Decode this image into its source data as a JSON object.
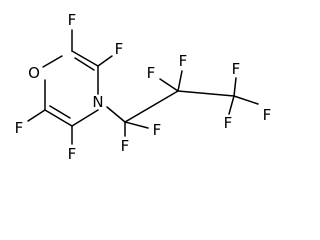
{
  "molecule": {
    "atom_labels": {
      "ring_oxygen": "O",
      "ring_nitrogen": "N",
      "f_c2": "F",
      "f_c3": "F",
      "f_c5": "F",
      "f_c6": "F",
      "f_propyl_c1_a": "F",
      "f_propyl_c1_b": "F",
      "f_propyl_c2_a": "F",
      "f_propyl_c2_b": "F",
      "f_propyl_c3_a": "F",
      "f_propyl_c3_b": "F",
      "f_propyl_c3_c": "F"
    }
  }
}
